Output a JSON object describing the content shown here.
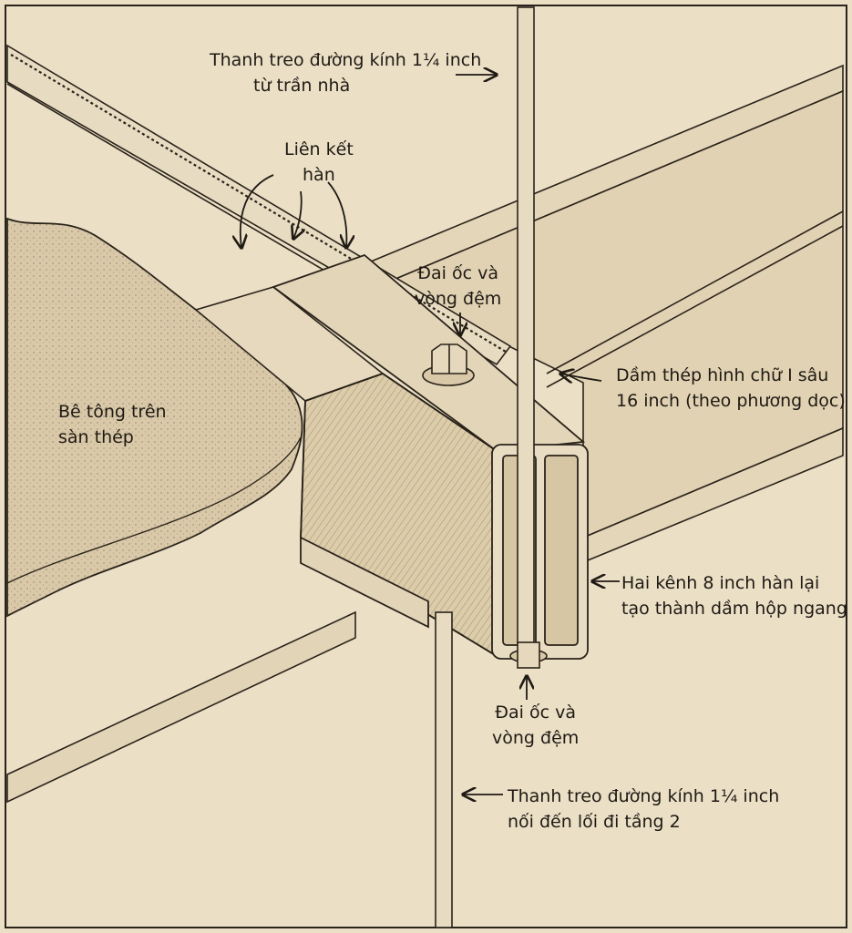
{
  "labels": {
    "upper_rod": {
      "line1": "Thanh treo đường kính 1¼ inch",
      "line2": "từ trần nhà"
    },
    "weld": {
      "line1": "Liên kết",
      "line2": "hàn"
    },
    "nut_top": {
      "line1": "Đai ốc và",
      "line2": "vòng đệm"
    },
    "i_beam": {
      "line1": "Dầm thép hình chữ I sâu",
      "line2": "16 inch (theo phương dọc)"
    },
    "concrete": {
      "line1": "Bê tông trên",
      "line2": "sàn thép"
    },
    "box_beam": {
      "line1": "Hai kênh 8 inch hàn lại",
      "line2": "tạo thành dầm hộp ngang"
    },
    "nut_bottom": {
      "line1": "Đai ốc và",
      "line2": "vòng đệm"
    },
    "lower_rod": {
      "line1": "Thanh treo đường kính 1¼ inch",
      "line2": "nối đến lối đi tầng 2"
    }
  },
  "colors": {
    "paper": "#ebdfc6",
    "ink": "#1f1a14",
    "concrete": "#d9c9a8"
  }
}
